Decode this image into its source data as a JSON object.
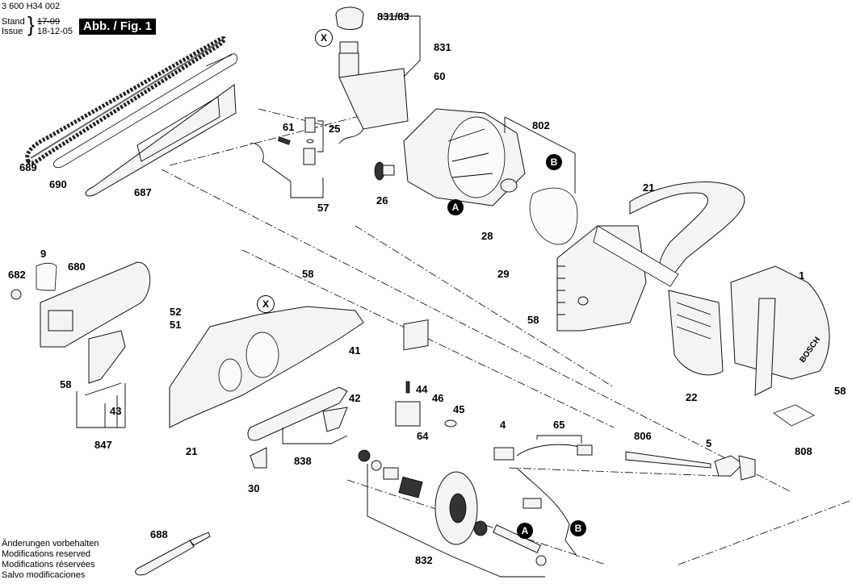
{
  "header": {
    "document_code": "3 600 H34 002",
    "stand_label": "Stand",
    "issue_label": "Issue",
    "old_date": "17-09",
    "issue_date": "18-12-05",
    "figure_label": "Abb. / Fig. 1"
  },
  "footer": {
    "notes": [
      "Änderungen vorbehalten",
      "Modifications reserved",
      "Modifications réservées",
      "Salvo modificaciones"
    ]
  },
  "callouts": {
    "A": "A",
    "B": "B",
    "X": "X"
  },
  "parts": {
    "p831_83": "831/83",
    "p831": "831",
    "p60": "60",
    "p61": "61",
    "p25": "25",
    "p57": "57",
    "p26": "26",
    "p802": "802",
    "p21_top": "21",
    "p28": "28",
    "p29": "29",
    "p58_mid": "58",
    "p1": "1",
    "p22": "22",
    "p58_right": "58",
    "p808": "808",
    "p689": "689",
    "p690": "690",
    "p687": "687",
    "p9": "9",
    "p682": "682",
    "p680": "680",
    "p58_left": "58",
    "p43": "43",
    "p847": "847",
    "p58_housing": "58",
    "p52": "52",
    "p51": "51",
    "p41": "41",
    "p42": "42",
    "p21_bottom": "21",
    "p838": "838",
    "p30": "30",
    "p44": "44",
    "p46": "46",
    "p45": "45",
    "p64": "64",
    "p4": "4",
    "p65": "65",
    "p806": "806",
    "p5": "5",
    "p832": "832",
    "p688": "688"
  },
  "brand_text": "BOSCH"
}
